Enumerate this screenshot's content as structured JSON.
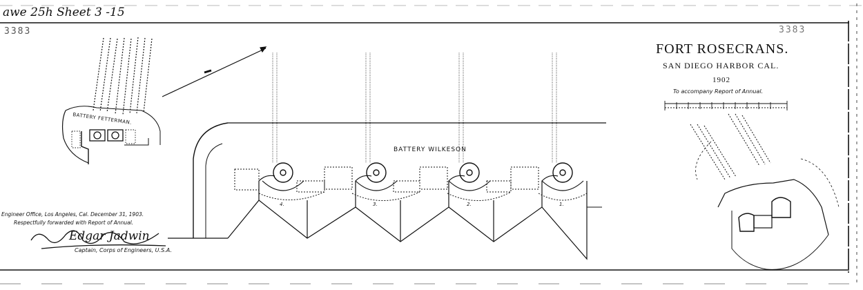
{
  "header": {
    "sheet_note": "awe 25h Sheet 3 -15",
    "corner_stamp_left": "3383",
    "corner_stamp_right": "3383"
  },
  "title_block": {
    "title": "FORT ROSECRANS.",
    "subtitle": "SAN DIEGO HARBOR CAL.",
    "year": "1902",
    "note": "To accompany Report of Annual."
  },
  "inset_left": {
    "label": "BATTERY FETTERMAN."
  },
  "main_plan": {
    "battery_label": "BATTERY WILKESON",
    "gun_numbers": [
      "4.",
      "3.",
      "2.",
      "1."
    ]
  },
  "signature_block": {
    "office_line": "Engineer Office, Los Angeles, Cal. December 31, 1903.",
    "forward_line": "Respectfully forwarded with Report of Annual.",
    "signature": "Edgar Jadwin",
    "rank_line": "Captain, Corps of Engineers, U.S.A."
  }
}
